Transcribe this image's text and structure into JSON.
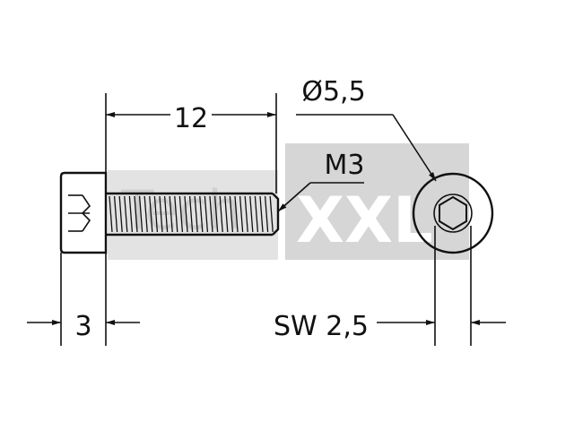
{
  "dimensions": {
    "length": "12",
    "head_height": "3",
    "head_diameter": "Ø5,5",
    "thread": "M3",
    "key_size": "SW 2,5"
  },
  "watermark": {
    "text": "TechXXL",
    "color": "#dcdcdc"
  },
  "colors": {
    "line": "#111111",
    "background": "#ffffff"
  }
}
